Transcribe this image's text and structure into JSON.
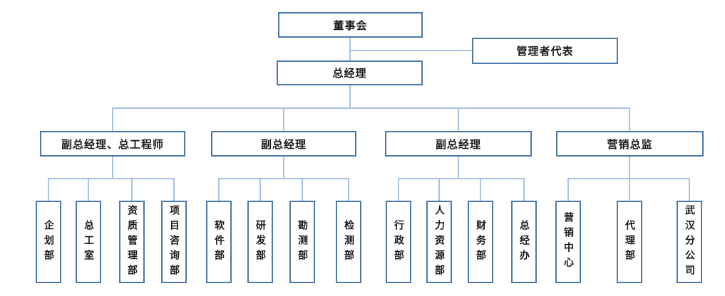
{
  "org_chart": {
    "title": "company-organization-chart",
    "root": {
      "label": "董事会"
    },
    "management_rep": {
      "label": "管理者代表"
    },
    "general_manager": {
      "label": "总经理"
    },
    "branches": [
      {
        "label": "副总经理、总工程师",
        "children": [
          {
            "label": "企划部"
          },
          {
            "label": "总工室"
          },
          {
            "label": "资质管理部"
          },
          {
            "label": "项目咨询部"
          }
        ]
      },
      {
        "label": "副总经理",
        "children": [
          {
            "label": "软件部"
          },
          {
            "label": "研发部"
          },
          {
            "label": "勘测部"
          },
          {
            "label": "检测部"
          }
        ]
      },
      {
        "label": "副总经理",
        "children": [
          {
            "label": "行政部"
          },
          {
            "label": "人力资源部"
          },
          {
            "label": "财务部"
          },
          {
            "label": "总经办"
          }
        ]
      },
      {
        "label": "营销总监",
        "children": [
          {
            "label": "营销中心"
          },
          {
            "label": "代理部"
          },
          {
            "label": "武汉分公司"
          }
        ]
      }
    ],
    "colors": {
      "box_border": "#4b79aa",
      "connector_line": "#a5c3e2",
      "text": "#1a1a1a",
      "background": "#ffffff"
    }
  }
}
